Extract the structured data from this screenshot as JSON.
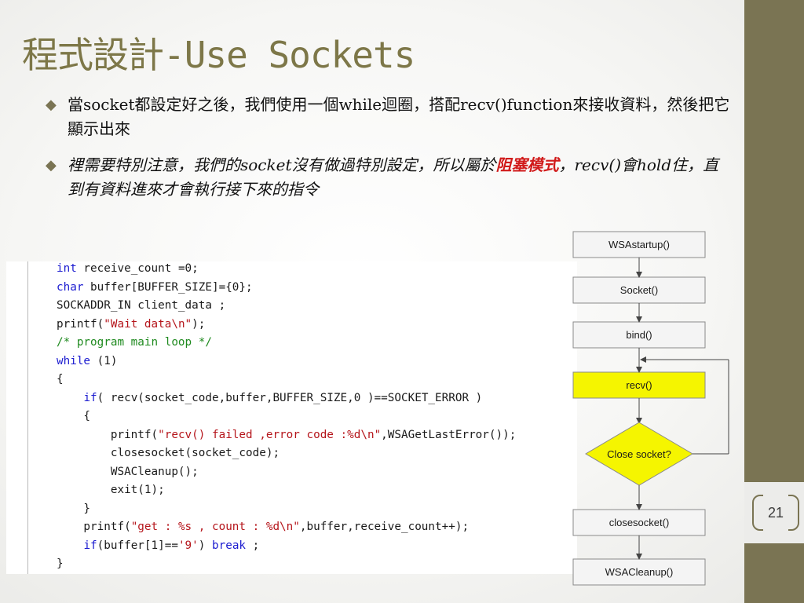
{
  "slide": {
    "title": "程式設計-Use Sockets",
    "page_number": "21",
    "accent_color": "#7a7453",
    "bullet_icon": "diamond-icon"
  },
  "bullets": [
    {
      "text": "當socket都設定好之後，我們使用一個while迴圈，搭配recv()function來接收資料，然後把它顯示出來"
    },
    {
      "text_before": "裡需要特別注意，我們的socket沒有做過特別設定，所以屬於",
      "emphasis": "阻塞模式",
      "text_after": "，recv()會hold住，直到有資料進來才會執行接下來的指令",
      "emphasis_color": "#d11b1b"
    }
  ],
  "code": {
    "lines": [
      "int receive_count =0;",
      "char buffer[BUFFER_SIZE]={0};",
      "SOCKADDR_IN client_data ;",
      "printf(\"Wait data\\n\");",
      "/* program main loop */",
      "while (1)",
      "{",
      "    if( recv(socket_code,buffer,BUFFER_SIZE,0 )==SOCKET_ERROR )",
      "    {",
      "        printf(\"recv() failed ,error code :%d\\n\",WSAGetLastError());",
      "        closesocket(socket_code);",
      "        WSACleanup();",
      "        exit(1);",
      "    }",
      "    printf(\"get : %s , count : %d\\n\",buffer,receive_count++);",
      "    if(buffer[1]=='9') break ;",
      "}"
    ]
  },
  "flowchart": {
    "steps": [
      "WSAstartup()",
      "Socket()",
      "bind()",
      "recv()"
    ],
    "decision": "Close socket?",
    "after": [
      "closesocket()",
      "WSACleanup()"
    ],
    "highlight_color": "#f5f500"
  }
}
